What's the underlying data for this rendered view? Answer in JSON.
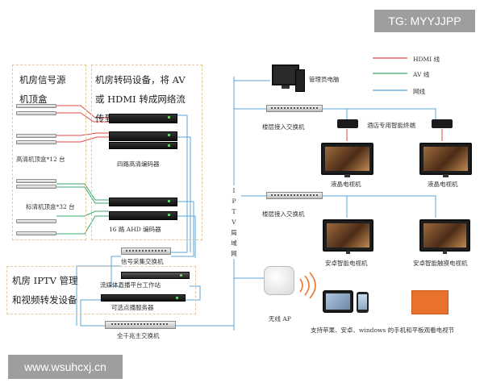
{
  "watermark_top": "TG: MYYJJPP",
  "watermark_bottom": "www.wsuhcxj.cn",
  "legend": {
    "items": [
      {
        "label": "HDMI 线",
        "color": "#e24a4a"
      },
      {
        "label": "AV 线",
        "color": "#38a86b"
      },
      {
        "label": "网线",
        "color": "#5aa6d8"
      }
    ]
  },
  "left": {
    "box1_text": [
      "机房信号源",
      "机顶盒"
    ],
    "box2_text": [
      "机房转码设备，将 AV",
      "或 HDMI 转成网络流",
      "传到流媒体工作站"
    ],
    "hd_stb_label": "高清机顶盒*12 台",
    "sd_stb_label": "标清机顶盒*32 台",
    "hd_encoder_label": "四路高清编码器",
    "ahd_encoder_label": "16 路 AHD 编码器",
    "box3_text": [
      "机房 IPTV 管理",
      "和视频转发设备"
    ],
    "signal_switch_label": "信号采集交换机",
    "stream_workstation_label": "流媒体直播平台工作站",
    "vod_server_label": "可选点播服务器",
    "core_switch_label": "全千兆主交换机"
  },
  "lan_label": [
    "I",
    "P",
    "T",
    "V",
    "局",
    "域",
    "网"
  ],
  "right": {
    "admin_pc_label": "管理员电脑",
    "floor_switch_1_label": "楼层接入交换机",
    "hotel_terminal_label": "酒店专用智能终端",
    "lcd_tv_1_label": "液晶电视机",
    "lcd_tv_2_label": "液晶电视机",
    "floor_switch_2_label": "楼层接入交换机",
    "android_tv_label": "安卓智能电视机",
    "android_touch_tv_label": "安卓智能触摸电视机",
    "wireless_ap_label": "无线 AP",
    "devices_caption": "支持苹果、安卓、windows 的手机和平板观看电视节"
  }
}
